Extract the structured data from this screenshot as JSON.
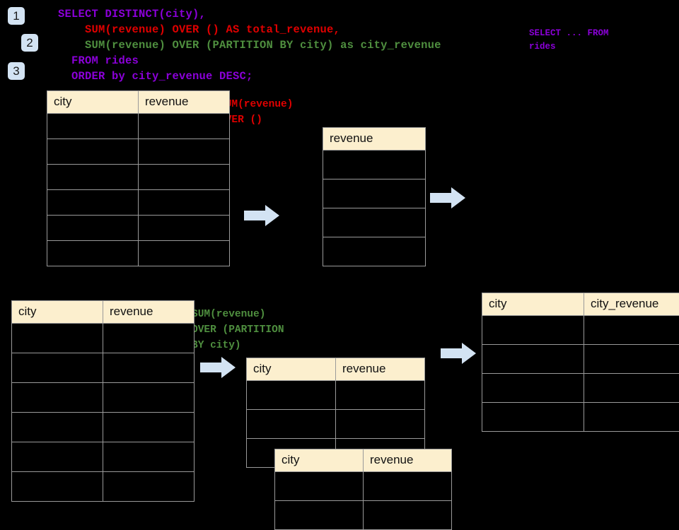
{
  "steps": [
    {
      "label": "1"
    },
    {
      "label": "2"
    },
    {
      "label": "3"
    }
  ],
  "query": {
    "line1": "SELECT DISTINCT(city),",
    "line2": "    SUM(revenue) OVER () AS total_revenue,",
    "line3": "    SUM(revenue) OVER (PARTITION BY city) as city_revenue",
    "line4": "  FROM rides",
    "line5": "  ORDER by city_revenue DESC;",
    "colors": {
      "keyword": "#8b00d9",
      "total_revenue": "#e00000",
      "city_revenue": "#4f8f3f"
    }
  },
  "side_note": {
    "text": "SELECT ... FROM\nrides"
  },
  "annotations": {
    "total_revenue": "SUM(revenue)\nOVER ()",
    "city_revenue": "SUM(revenue)\nOVER (PARTITION\nBY city)"
  },
  "tables": {
    "source_top": {
      "name": "rides-source-top",
      "headers": [
        "city",
        "revenue"
      ],
      "row_count": 6,
      "rows": [
        [
          "",
          ""
        ],
        [
          "",
          ""
        ],
        [
          "",
          ""
        ],
        [
          "",
          ""
        ],
        [
          "",
          ""
        ],
        [
          "",
          ""
        ]
      ]
    },
    "total_revenue_result": {
      "name": "total-revenue-result",
      "headers": [
        "revenue"
      ],
      "row_count": 4,
      "rows": [
        [
          ""
        ],
        [
          ""
        ],
        [
          ""
        ],
        [
          ""
        ]
      ]
    },
    "source_bottom": {
      "name": "rides-source-bottom",
      "headers": [
        "city",
        "revenue"
      ],
      "row_count": 6,
      "rows": [
        [
          "",
          ""
        ],
        [
          "",
          ""
        ],
        [
          "",
          ""
        ],
        [
          "",
          ""
        ],
        [
          "",
          ""
        ],
        [
          "",
          ""
        ]
      ]
    },
    "partition_back": {
      "name": "partition-group-back",
      "headers": [
        "city",
        "revenue"
      ],
      "row_count": 3,
      "rows": [
        [
          "",
          ""
        ],
        [
          "",
          ""
        ],
        [
          "",
          ""
        ]
      ]
    },
    "partition_front": {
      "name": "partition-group-front",
      "headers": [
        "city",
        "revenue"
      ],
      "row_count": 2,
      "rows": [
        [
          "",
          ""
        ],
        [
          "",
          ""
        ]
      ]
    },
    "final_result": {
      "name": "final-result",
      "headers": [
        "city",
        "city_revenue"
      ],
      "row_count": 4,
      "rows": [
        [
          "",
          ""
        ],
        [
          "",
          ""
        ],
        [
          "",
          ""
        ],
        [
          "",
          ""
        ]
      ]
    }
  },
  "arrows": {
    "color": "#d3e3f3",
    "labels": [
      "arrow-top-left",
      "arrow-top-right",
      "arrow-bottom-left",
      "arrow-bottom-right"
    ]
  },
  "theme": {
    "background": "#000000",
    "header_fill": "#fcefce",
    "grid_line": "#9a9a9a",
    "badge_fill": "#d3e3f3"
  }
}
